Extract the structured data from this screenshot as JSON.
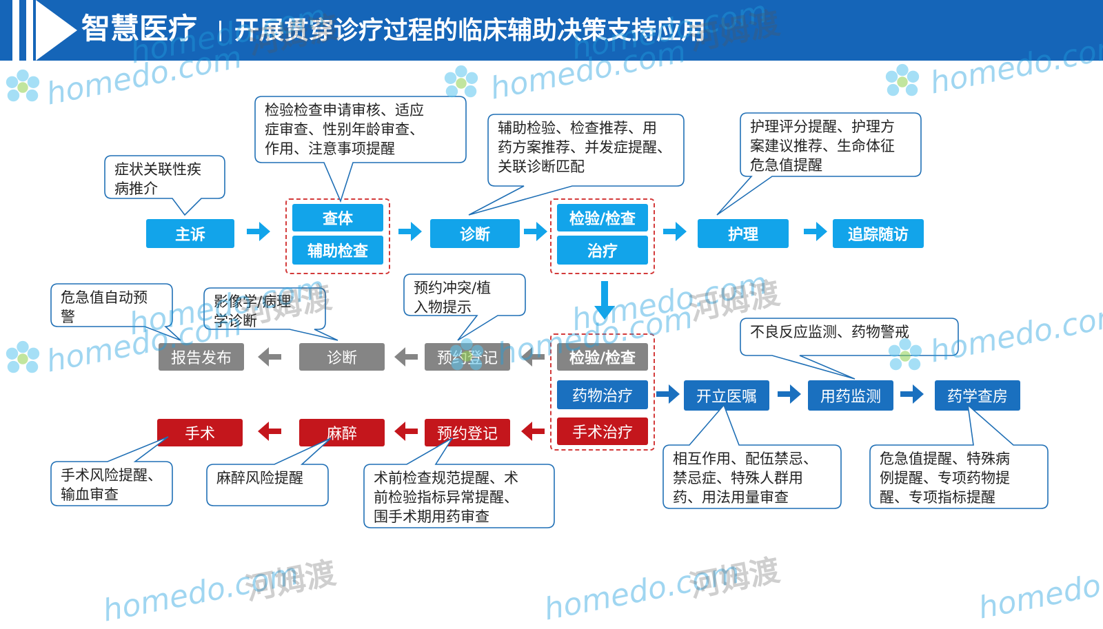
{
  "header": {
    "title": "智慧医疗",
    "subtitle": "开展贯穿诊疗过程的临床辅助决策支持应用"
  },
  "flow_top": {
    "nodes": {
      "complaint": "主诉",
      "physical": "查体",
      "aux_exam": "辅助检查",
      "diagnosis": "诊断",
      "lab_exam": "检验/检查",
      "treatment": "治疗",
      "nursing": "护理",
      "followup": "追踪随访"
    },
    "notes": {
      "complaint": [
        "症状关联性疾",
        "病推介"
      ],
      "exam_request": [
        "检验检查申请审核、适应",
        "症审查、性别年龄审查、",
        "作用、注意事项提醒"
      ],
      "diagnosis": [
        "辅助检验、检查推荐、用",
        "药方案推荐、并发症提醒、",
        "关联诊断匹配"
      ],
      "nursing": [
        "护理评分提醒、护理方",
        "案建议推荐、生命体征",
        "危急值提醒"
      ]
    }
  },
  "flow_gray": {
    "nodes": {
      "report": "报告发布",
      "diagnosis": "诊断",
      "appointment": "预约登记"
    },
    "notes": {
      "report": [
        "危急值自动预",
        "警"
      ],
      "diagnosis": [
        "影像学/病理",
        "学诊断"
      ],
      "appointment": [
        "预约冲突/植",
        "入物提示"
      ]
    }
  },
  "flow_blue": {
    "nodes": {
      "lab_exam": "检验/检查",
      "drug_therapy": "药物治疗",
      "order": "开立医嘱",
      "monitor": "用药监测",
      "pharm_round": "药学查房"
    },
    "notes": {
      "monitor": [
        "不良反应监测、药物警戒"
      ],
      "order": [
        "相互作用、配伍禁忌、",
        "禁忌症、特殊人群用",
        "药、用法用量审查"
      ],
      "pharm_round": [
        "危急值提醒、特殊病",
        "例提醒、专项药物提",
        "醒、专项指标提醒"
      ]
    }
  },
  "flow_red": {
    "nodes": {
      "surgery_treatment": "手术治疗",
      "appointment": "预约登记",
      "anesthesia": "麻醉",
      "surgery": "手术"
    },
    "notes": {
      "surgery": [
        "手术风险提醒、",
        "输血审查"
      ],
      "anesthesia": [
        "麻醉风险提醒"
      ],
      "appointment": [
        "术前检查规范提醒、术",
        "前检验指标异常提醒、",
        "围手术期用药审查"
      ]
    }
  },
  "watermark": {
    "latin": "homedo.com",
    "cn": "河姆渡"
  },
  "colors": {
    "header": "#1565b8",
    "cyan_node": "#12a4ea",
    "gray_node": "#858585",
    "blue_node": "#1a70bf",
    "red_node": "#c4161c",
    "bubble_border": "#1f6fb5",
    "dashed_group": "#d33a3a"
  }
}
